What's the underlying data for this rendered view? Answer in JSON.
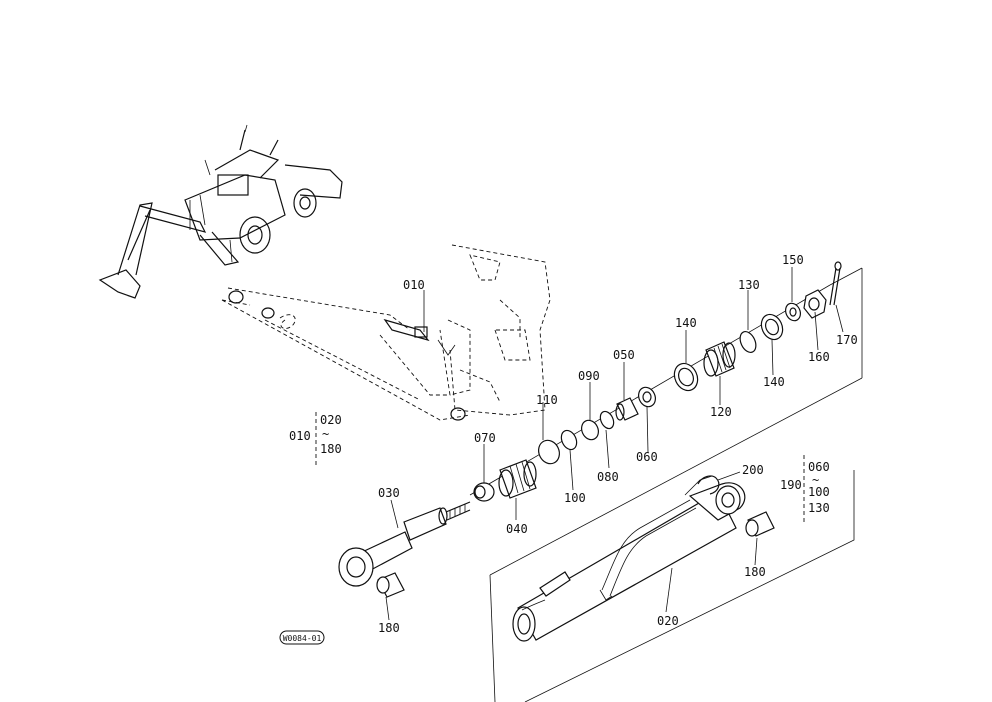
{
  "labels": {
    "p010": "010",
    "p020": "020",
    "p030": "030",
    "p040": "040",
    "p050": "050",
    "p060": "060",
    "p070": "070",
    "p080": "080",
    "p090": "090",
    "p100": "100",
    "p110": "110",
    "p120": "120",
    "p130": "130",
    "p140a": "140",
    "p140b": "140",
    "p150": "150",
    "p160": "160",
    "p170": "170",
    "p180a": "180",
    "p180b": "180",
    "p200": "200"
  },
  "groups": {
    "g010": {
      "head": "010",
      "from": "020",
      "tilde": "~",
      "to": "180"
    },
    "g190": {
      "head": "190",
      "from": "060",
      "tilde": "~",
      "mid": "100",
      "to": "130"
    }
  },
  "badge": "W0084-01"
}
